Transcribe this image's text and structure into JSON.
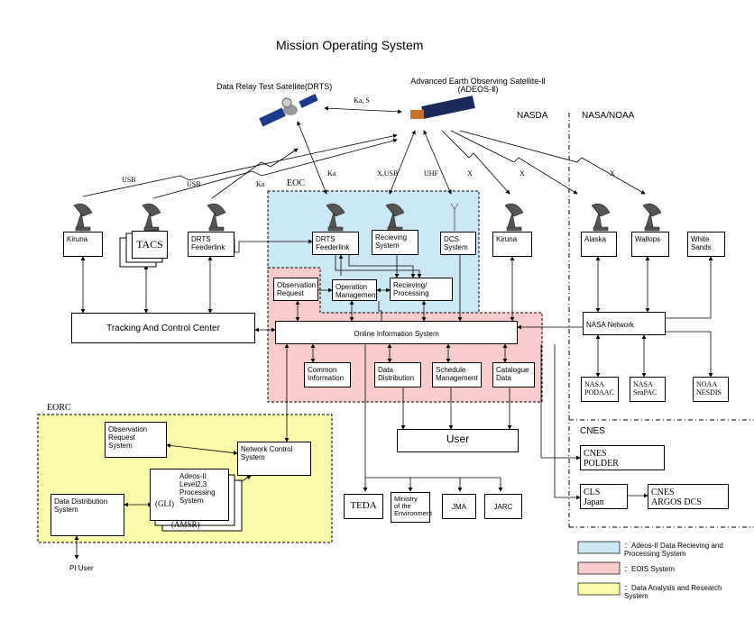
{
  "title": "Mission Operating System",
  "satellites": {
    "drts": "Data Relay Test Satellite(DRTS)",
    "adeos": "Advanced Earth Observing Satellite-Ⅱ\n(ADEOS-Ⅱ)"
  },
  "links": {
    "ka_s": "Ka, S",
    "usb1": "USB",
    "usb2": "USB",
    "ka1": "Ka",
    "ka2": "Ka",
    "xusb": "X,USB",
    "uhf": "UHF",
    "x1": "X",
    "x2": "X",
    "x3": "X"
  },
  "regions": {
    "nasda": "NASDA",
    "nasa_noaa": "NASA/NOAA",
    "eoc": "EOC",
    "eorc": "EORC",
    "cnes": "CNES"
  },
  "stations": {
    "kiruna_left": "Kiruna",
    "tacs": "TACS",
    "drts_feederlink_left": "DRTS\nFeederlink",
    "drts_feederlink_eoc": "DRTS\nFeederlink",
    "recieving_system": "Recieving\nSystem",
    "dcs_system": "DCS\nSystem",
    "kiruna_right": "Kiruna",
    "alaska": "Alaska",
    "wallops": "Wallops",
    "white_sands": "White\nSands"
  },
  "systems": {
    "observation_request": "Observation\nRequest",
    "operation_management": "Operation\nManagement",
    "recieving_processing": "Recieving/\nProcessing",
    "tracking_control_center": "Tracking And Control Center",
    "online_information_system": "Online Information System",
    "nasa_network": "NASA Network",
    "common_information": "Common\nInformation",
    "data_distribution": "Data\nDistribution",
    "schedule_management": "Schedule\nManagement",
    "catalogue_data": "Catalogue\nData",
    "nasa_podaac": "NASA\nPODAAC",
    "nasa_seapac": "NASA\nSeaPAC",
    "noaa_nesdis": "NOAA\nNESDIS",
    "user": "User",
    "cnes_polder": "CNES\nPOLDER",
    "cls_japan": "CLS\nJapan",
    "cnes_argos_dcs": "CNES\nARGOS DCS",
    "teda": "TEDA",
    "ministry_environment": "Ministry\nof the\nEnvironment",
    "jma": "JMA",
    "jarc": "JARC",
    "eorc_observation_request": "Observation\nRequest\nSystem",
    "network_control_system": "Network Control\nSystem",
    "adeos_processing": "Adeos-II\nLevel2,3\nProcessing\nSystem",
    "gli": "(GLI)",
    "amsr": "(AMSR)",
    "data_distribution_system": "Data Distribution\nSystem",
    "pi_user": "PI User"
  },
  "legend": [
    {
      "label": "：Adeos-II Data Recieving and\nProcessing System",
      "color": "#cde8f5"
    },
    {
      "label": "：EOIS System",
      "color": "#f8cccc"
    },
    {
      "label": "：Data Analysis and Research\nSystem",
      "color": "#fafaaa"
    }
  ]
}
